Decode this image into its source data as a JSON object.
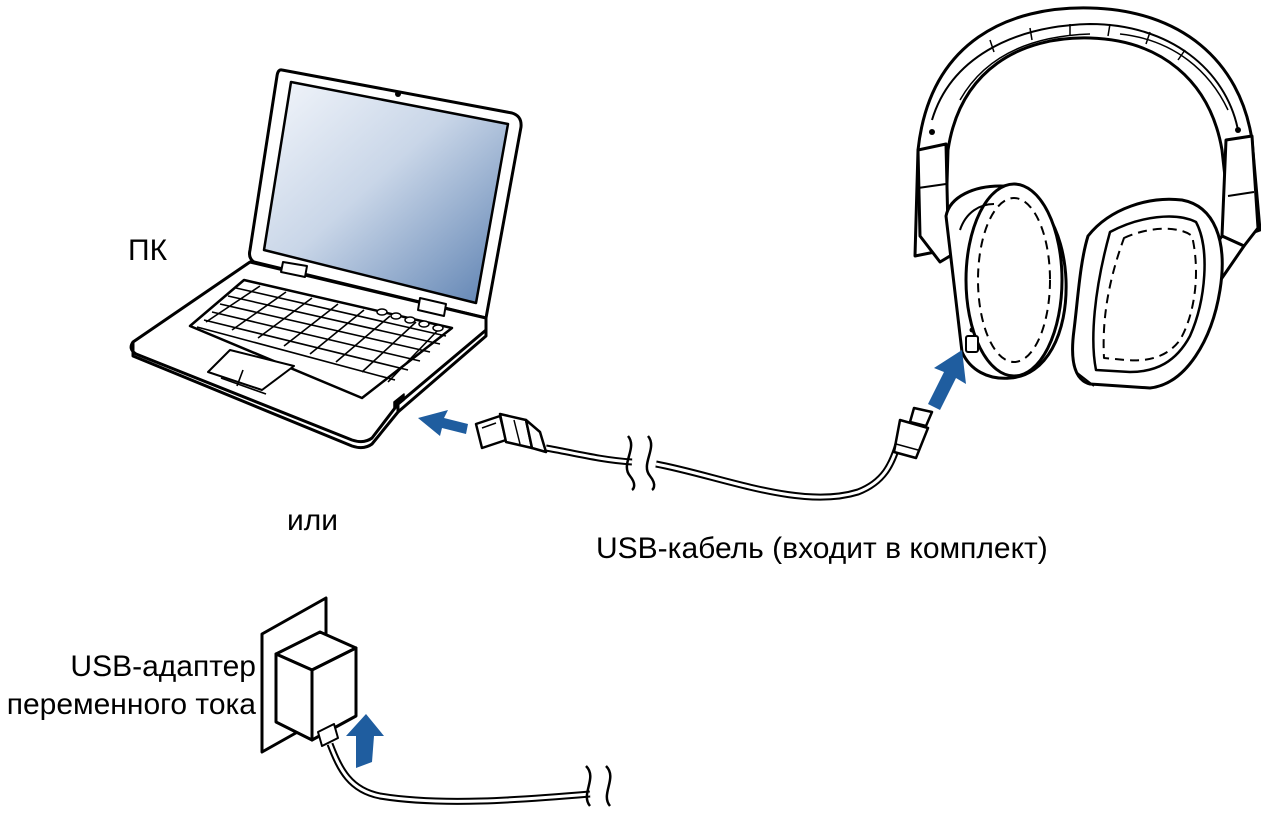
{
  "labels": {
    "pc": "ПК",
    "or": "или",
    "usb_cable": "USB-кабель (входит в комплект)",
    "usb_adapter_line1": "USB-адаптер",
    "usb_adapter_line2": "переменного тока"
  },
  "icons": {
    "laptop": "laptop-icon",
    "headphones": "headphones-icon",
    "usb_cable": "usb-cable-icon",
    "usb_plug": "usb-a-plug-icon",
    "micro_usb_plug": "micro-usb-plug-icon",
    "ac_adapter": "usb-ac-adapter-icon",
    "wall_outlet": "wall-outlet-icon",
    "arrow": "arrow-icon"
  },
  "colors": {
    "arrow": "#1f5d9f",
    "line": "#000000",
    "screen_light": "#eef2f8",
    "screen_dark": "#5a7fb0",
    "body_fill": "#ffffff"
  }
}
